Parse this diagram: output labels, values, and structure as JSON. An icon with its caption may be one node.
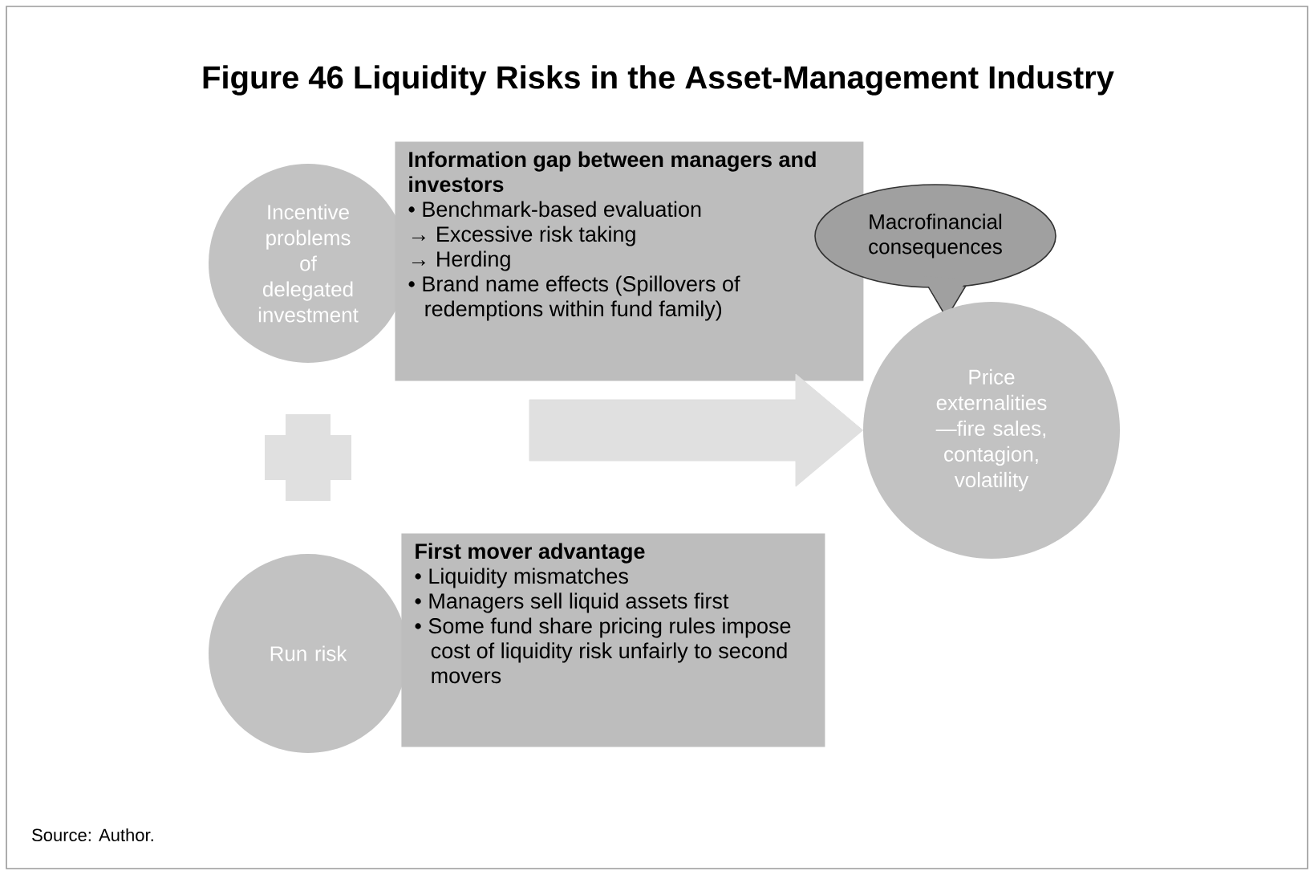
{
  "diagram": {
    "title": "Figure 46 Liquidity Risks in the Asset-Management Industry",
    "nodes": [
      {
        "text": [
          "Incentive problems of delegated investment"
        ]
      },
      {
        "text": [
          "Information gap between managers and investors",
          "• Benchmark-based evaluation",
          "→ Excessive risk taking",
          "→ Herding",
          "• Brand name effects (Spillovers of redemptions within fund family)"
        ]
      },
      {
        "text": [
          "Run risk"
        ]
      },
      {
        "text": [
          "First mover advantage",
          "• Liquidity mismatches",
          "• Managers sell liquid assets first",
          "• Some fund share pricing rules impose cost of liquidity risk unfairly to second movers"
        ]
      },
      {
        "text": [
          "Macrofinancial consequences"
        ]
      },
      {
        "text": [
          "Price externalities —fire sales, contagion, volatility"
        ]
      }
    ],
    "edges": [
      {
        "from": null,
        "to": 5,
        "arrow": "to"
      }
    ],
    "labels": [
      "Source: Author."
    ]
  }
}
